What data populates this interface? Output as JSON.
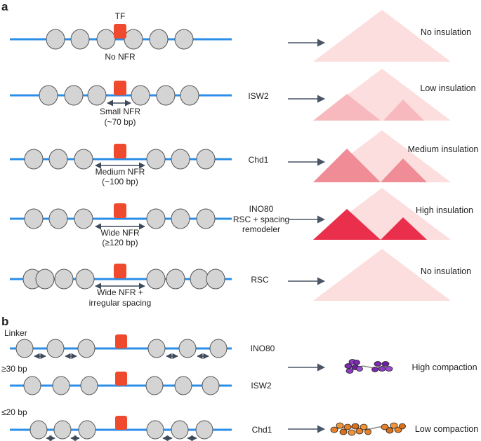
{
  "panel_a": {
    "letter": "a",
    "rows": [
      {
        "top_label": "TF",
        "nfr_lines": [
          "No NFR"
        ],
        "remodeler_lines": [],
        "outcome": "No insulation",
        "insulation": "none"
      },
      {
        "nfr_lines": [
          "Small NFR",
          "(~70 bp)"
        ],
        "remodeler_lines": [
          "ISW2"
        ],
        "outcome": "Low insulation",
        "insulation": "low"
      },
      {
        "nfr_lines": [
          "Medium NFR",
          "(~100 bp)"
        ],
        "remodeler_lines": [
          "Chd1"
        ],
        "outcome": "Medium insulation",
        "insulation": "medium"
      },
      {
        "nfr_lines": [
          "Wide NFR",
          "(≥120 bp)"
        ],
        "remodeler_lines": [
          "INO80",
          "RSC + spacing",
          "remodeler"
        ],
        "outcome": "High insulation",
        "insulation": "high"
      },
      {
        "nfr_lines": [
          "Wide NFR  +",
          "irregular spacing"
        ],
        "remodeler_lines": [
          "RSC"
        ],
        "outcome": "No insulation",
        "insulation": "none"
      }
    ]
  },
  "panel_b": {
    "letter": "b",
    "rows": [
      {
        "left_label": "Linker",
        "remodeler": "INO80"
      },
      {
        "left_label": "≥30 bp",
        "remodeler": "ISW2"
      },
      {
        "left_label": "≤20 bp",
        "remodeler": "Chd1"
      }
    ],
    "outcomes": [
      "High compaction",
      "Low compaction"
    ]
  },
  "colors": {
    "dna": "#2b8ee8",
    "nucleosome_fill": "#d4d4d4",
    "nucleosome_stroke": "#555555",
    "tf": "#f04a2e",
    "arrow": "#4a5566",
    "tri_light": "#fcdede",
    "tri_low": "#f7b9bd",
    "tri_medium": "#f08c95",
    "tri_high": "#ea2f4c",
    "compaction_high": "#7b2ab0",
    "compaction_low": "#e8822a"
  }
}
